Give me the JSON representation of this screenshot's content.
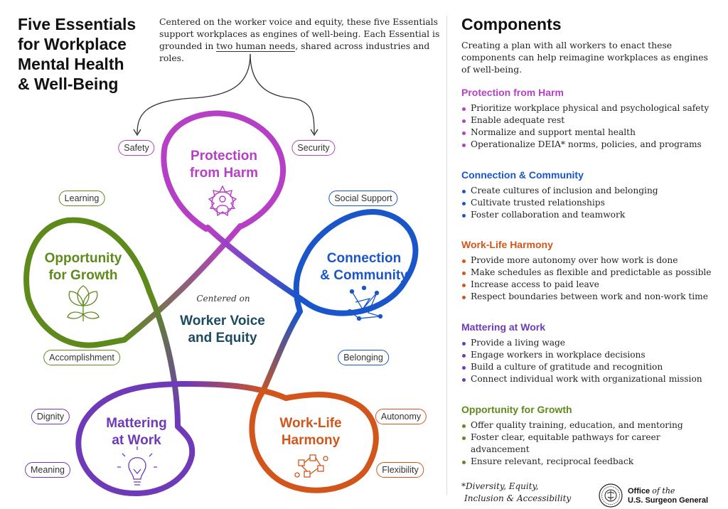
{
  "title": {
    "lines": [
      "Five Essentials",
      "for Workplace",
      "Mental Health",
      "& Well-Being"
    ]
  },
  "intro": {
    "part1": "Centered on the worker voice and equity, these five Essentials support workplaces as engines of well-being. Each Essential is grounded in ",
    "underlined": "two human needs",
    "part2": ", shared across industries and roles."
  },
  "center": {
    "subtitle": "Centered on",
    "title_lines": [
      "Worker Voice",
      "and Equity"
    ]
  },
  "colors": {
    "protection": "#b53fc5",
    "connection": "#1a56c9",
    "worklife": "#d2561b",
    "mattering": "#6e3ab8",
    "growth": "#5e8a1c",
    "center": "#1c4a60"
  },
  "essentials": {
    "protection": {
      "title_lines": [
        "Protection",
        "from Harm"
      ],
      "needs": [
        "Safety",
        "Security"
      ],
      "icon": "shield-person-icon"
    },
    "connection": {
      "title_lines": [
        "Connection",
        "& Community"
      ],
      "needs": [
        "Social Support",
        "Belonging"
      ],
      "icon": "network-icon"
    },
    "worklife": {
      "title_lines": [
        "Work-Life",
        "Harmony"
      ],
      "needs": [
        "Autonomy",
        "Flexibility"
      ],
      "icon": "flow-nodes-icon"
    },
    "mattering": {
      "title_lines": [
        "Mattering",
        "at Work"
      ],
      "needs": [
        "Dignity",
        "Meaning"
      ],
      "icon": "lightbulb-icon"
    },
    "growth": {
      "title_lines": [
        "Opportunity",
        "for Growth"
      ],
      "needs": [
        "Learning",
        "Accomplishment"
      ],
      "icon": "plant-icon"
    }
  },
  "components": {
    "heading": "Components",
    "intro": "Creating a plan with all workers to enact these components can help reimagine workplaces as engines of well-being.",
    "sections": [
      {
        "key": "protection",
        "title": "Protection from Harm",
        "items": [
          "Prioritize workplace physical and psychological safety",
          "Enable adequate rest",
          "Normalize and support mental health",
          "Operationalize DEIA* norms, policies, and programs"
        ]
      },
      {
        "key": "connection",
        "title": "Connection & Community",
        "items": [
          "Create cultures of inclusion and belonging",
          "Cultivate trusted relationships",
          "Foster collaboration and teamwork"
        ]
      },
      {
        "key": "worklife",
        "title": "Work-Life Harmony",
        "items": [
          "Provide more autonomy over how work is done",
          "Make schedules as flexible and predictable as possible",
          "Increase access to paid leave",
          "Respect boundaries between work and non-work time"
        ]
      },
      {
        "key": "mattering",
        "title": "Mattering at Work",
        "items": [
          "Provide a living wage",
          "Engage workers in workplace decisions",
          "Build a culture of gratitude and recognition",
          "Connect individual work with organizational mission"
        ]
      },
      {
        "key": "growth",
        "title": "Opportunity for Growth",
        "items": [
          "Offer quality training, education, and mentoring",
          "Foster clear, equitable pathways for career advancement",
          "Ensure relevant, reciprocal feedback"
        ]
      }
    ]
  },
  "footnote": {
    "line1": "*Diversity, Equity,",
    "line2": "Inclusion & Accessibility"
  },
  "logo": {
    "line1_a": "Office ",
    "line1_b": "of the",
    "line2": "U.S. Surgeon General",
    "icon": "seal-icon"
  }
}
